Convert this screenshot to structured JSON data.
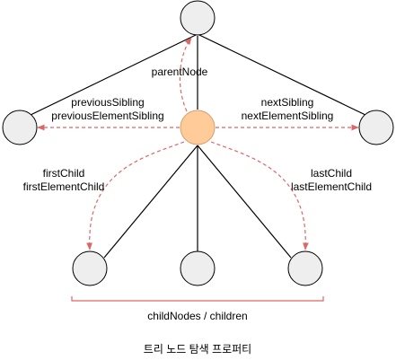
{
  "labels": {
    "parent": "parentNode",
    "previous_1": "previousSibling",
    "previous_2": "previousElementSibling",
    "next_1": "nextSibling",
    "next_2": "nextElementSibling",
    "first_1": "firstChild",
    "first_2": "firstElementChild",
    "last_1": "lastChild",
    "last_2": "lastElementChild",
    "children": "childNodes / children",
    "caption": "트리 노드 탐색 프로퍼티"
  },
  "colors": {
    "node_fill": "#eeeeee",
    "current_fill": "#ffcc99",
    "current_stroke": "#d79b6a",
    "line": "#000000",
    "arrow": "#e06666"
  }
}
